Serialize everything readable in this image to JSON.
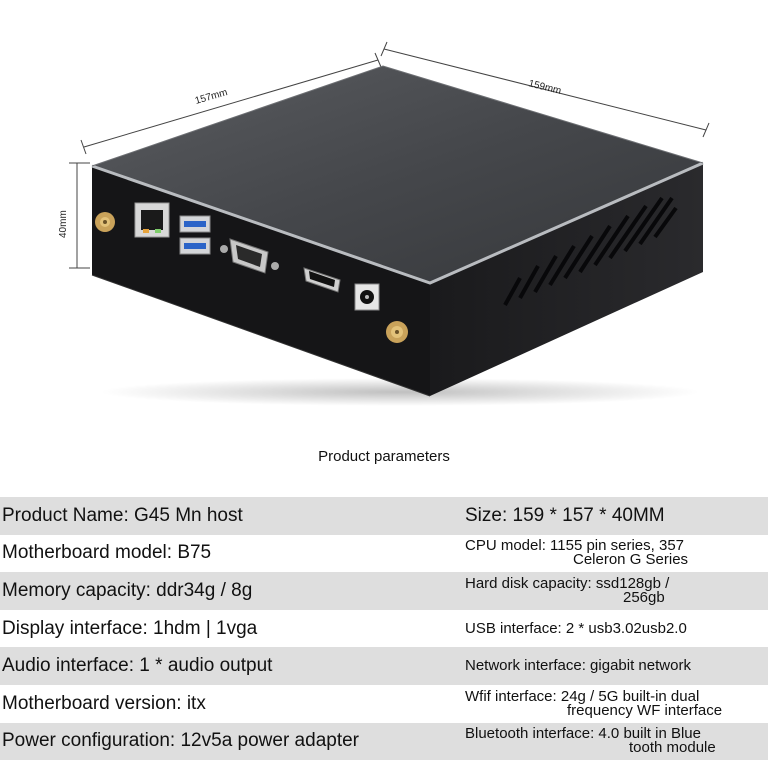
{
  "dimensions": {
    "width_label": "157mm",
    "depth_label": "159mm",
    "height_label": "40mm"
  },
  "caption": "Product parameters",
  "specs_left": [
    "Product Name: G45 Mn host",
    "Motherboard model: B75",
    "Memory capacity: ddr34g / 8g",
    "Display interface: 1hdm | 1vga",
    "Audio interface: 1 * audio output",
    "Motherboard version: itx",
    "Power configuration: 12v5a power adapter"
  ],
  "specs_right": [
    {
      "line1": "Size: 159 * 157 * 40MM",
      "line2": ""
    },
    {
      "line1": "CPU model: 1155 pin series, 357",
      "line2": "Celeron G Series"
    },
    {
      "line1": "Hard disk capacity: ssd128gb /",
      "line2": "256gb"
    },
    {
      "line1": "USB interface: 2 * usb3.02usb2.0",
      "line2": ""
    },
    {
      "line1": "Network interface: gigabit network",
      "line2": ""
    },
    {
      "line1": "Wfif interface: 24g / 5G built-in dual",
      "line2": "frequency WF interface"
    },
    {
      "line1": "Bluetooth interface: 4.0 built in Blue",
      "line2": "tooth module"
    }
  ],
  "colors": {
    "row_shade": "#dedede",
    "case_top": "#4a4c50",
    "case_front": "#1c1c1e"
  },
  "icons": [
    "wifi-antenna-icon",
    "ethernet-port-icon",
    "usb-port-icon",
    "vga-port-icon",
    "hdmi-port-icon",
    "dc-power-port-icon",
    "vent-grille-icon"
  ]
}
